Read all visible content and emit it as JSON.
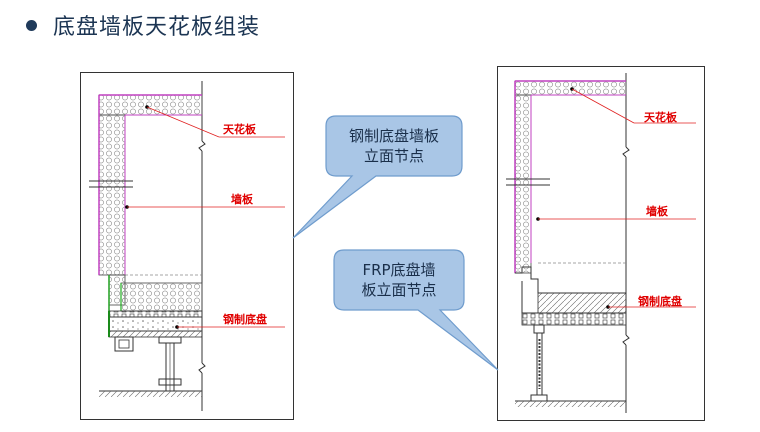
{
  "header": {
    "title": "底盘墙板天花板组装"
  },
  "left_panel": {
    "labels": {
      "ceiling": "天花板",
      "wall": "墙板",
      "base": "钢制底盘"
    }
  },
  "right_panel": {
    "labels": {
      "ceiling": "天花板",
      "wall": "墙板",
      "base": "钢制底盘"
    }
  },
  "callouts": {
    "steel": {
      "line1": "钢制底盘墙板",
      "line2": "立面节点"
    },
    "frp": {
      "line1": "FRP底盘墙",
      "line2": "板立面节点"
    }
  },
  "colors": {
    "callout_fill": "#a9c6e6",
    "callout_stroke": "#6f9ccd",
    "label": "#e00000",
    "wall_edge": "#c040c0"
  }
}
